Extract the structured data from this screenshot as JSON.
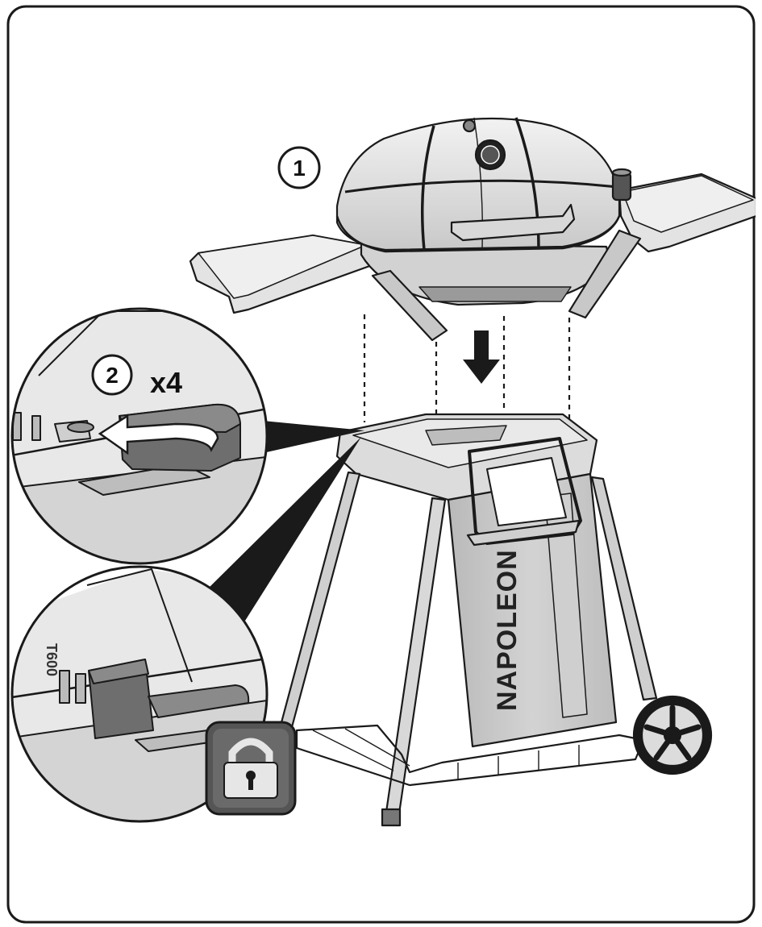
{
  "steps": {
    "step1_number": "1",
    "step2_number": "2",
    "step2_multiplier": "x4"
  },
  "cart": {
    "brand_text": "NAPOLEON"
  },
  "detail_locked": {
    "part_number": "T600"
  },
  "icons": {
    "arrow": "down-arrow-icon",
    "rotate": "rotate-arrow-icon",
    "lock": "lock-icon"
  },
  "colors": {
    "outline": "#1a1a1a",
    "light_fill": "#e6e6e6",
    "mid_fill": "#c4c4c4",
    "dark_fill": "#6e6e6e",
    "lock_badge": "#555555"
  }
}
